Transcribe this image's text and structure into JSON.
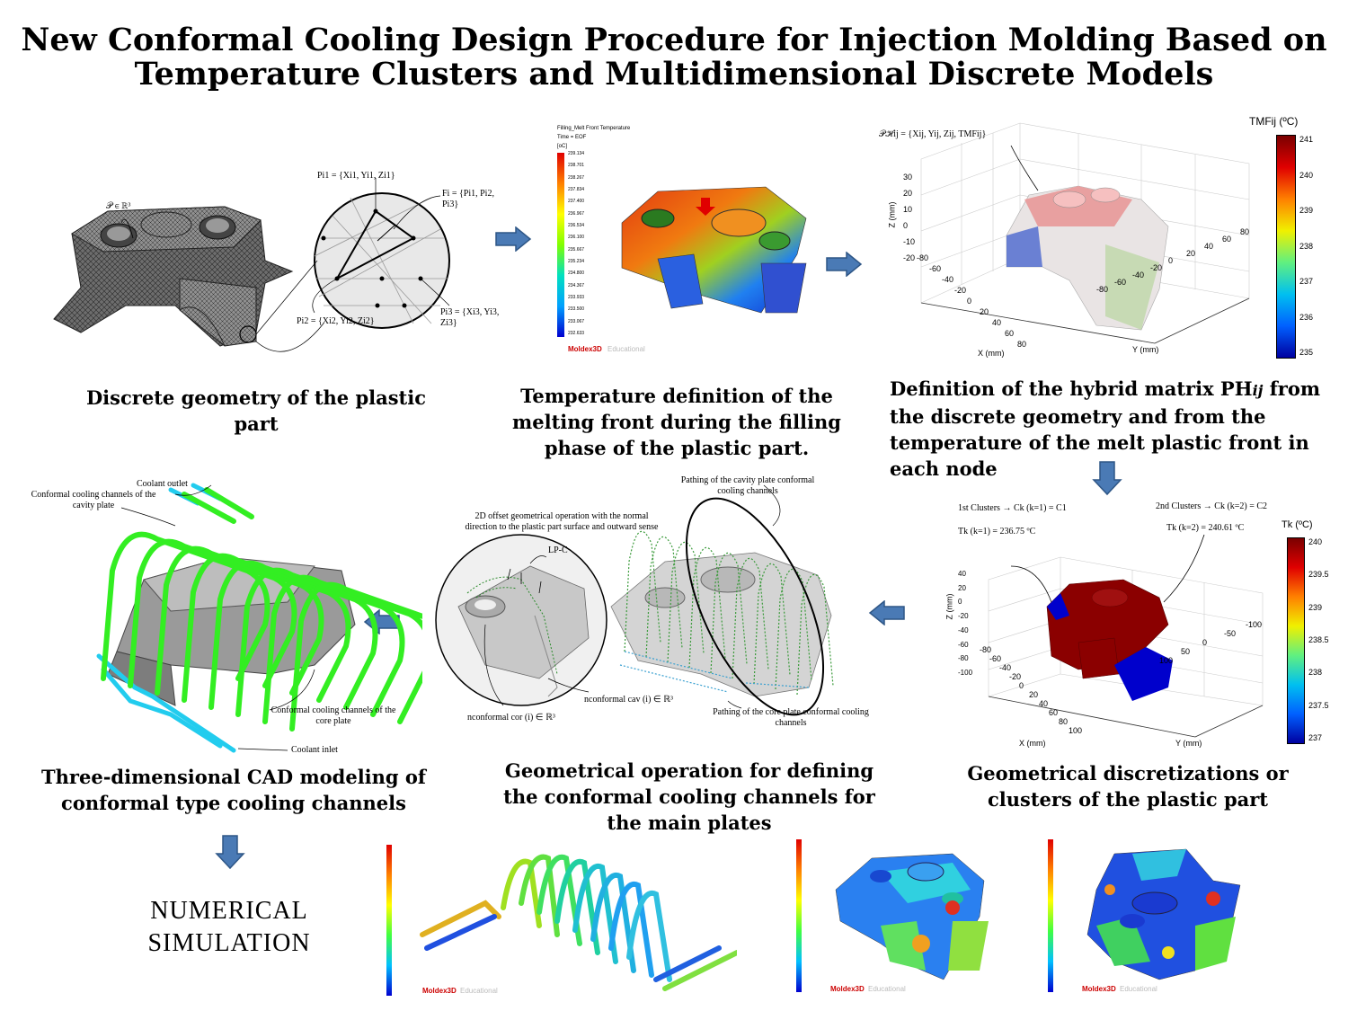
{
  "title": {
    "line1": "New Conformal Cooling Design Procedure for Injection Molding Based on",
    "line2": "Temperature Clusters and Multidimensional Discrete Models"
  },
  "captions": {
    "discrete_geometry": "Discrete geometry of the plastic part",
    "temperature_definition": "Temperature definition of the melting front during the filling phase of the plastic part.",
    "hybrid_matrix": "Definition of the hybrid matrix PHij from the discrete geometry and from the temperature of the melt plastic front in each node",
    "cad_modeling": "Three-dimensional CAD modeling of conformal type cooling channels",
    "geometrical_operation": "Geometrical operation for defining the conformal cooling channels for the main plates",
    "clusters": "Geometrical discretizations or clusters of the plastic part",
    "numerical_simulation_1": "NUMERICAL",
    "numerical_simulation_2": "SIMULATION"
  },
  "panel1": {
    "set_label": "𝒫 ∈ ℝ³",
    "p_i1": "Pi1 = {Xi1, Yi1, Zi1}",
    "f_i": "Fi = {Pi1, Pi2, Pi3}",
    "p_i2": "Pi2 = {Xi2, Yi2, Zi2}",
    "p_i3": "Pi3 = {Xi3, Yi3, Zi3}"
  },
  "panel2": {
    "header1": "Filling_Melt Front Temperature",
    "header2": "Time = EOF",
    "unit": "[oC]",
    "ticks": [
      "239.134",
      "238.701",
      "238.267",
      "237.834",
      "237.400",
      "236.967",
      "236.534",
      "236.100",
      "235.667",
      "235.234",
      "234.800",
      "234.367",
      "233.933",
      "233.500",
      "233.067",
      "232.633"
    ],
    "brand": "Moldex3D",
    "brand2": "Educational"
  },
  "panel3": {
    "colorbar_title": "TMFij (ºC)",
    "ticks": [
      "241",
      "240",
      "239",
      "238",
      "237",
      "236",
      "235"
    ],
    "formula": "𝒫ℋij = {Xij, Yij, Zij, TMFij}",
    "zlabel": "Z (mm)",
    "xlabel": "X (mm)",
    "ylabel": "Y (mm)",
    "zticks": [
      "30",
      "20",
      "10",
      "0",
      "-10",
      "-20"
    ],
    "xticks": [
      "-80",
      "-60",
      "-40",
      "-20",
      "0",
      "20",
      "40",
      "60",
      "80"
    ],
    "yticks": [
      "-80",
      "-60",
      "-40",
      "-20",
      "0",
      "20",
      "40",
      "60",
      "80"
    ]
  },
  "panel4": {
    "cluster1": "1st Clusters → Ck (k=1) = C1",
    "tk1": "Tk (k=1) = 236.75 ºC",
    "cluster2": "2nd Clusters → Ck (k=2) = C2",
    "tk2": "Tk (k=2) = 240.61 ºC",
    "colorbar_title": "Tk (ºC)",
    "ticks": [
      "240",
      "239.5",
      "239",
      "238.5",
      "238",
      "237.5",
      "237"
    ],
    "zlabel": "Z (mm)",
    "xlabel": "X (mm)",
    "ylabel": "Y (mm)",
    "zticks": [
      "40",
      "20",
      "0",
      "-20",
      "-40",
      "-60",
      "-80",
      "-100"
    ],
    "xticks": [
      "-80",
      "-60",
      "-40",
      "-20",
      "0",
      "20",
      "40",
      "60",
      "80",
      "100"
    ],
    "yticks": [
      "100",
      "50",
      "0",
      "-50",
      "-100"
    ]
  },
  "panel5": {
    "offset_text": "2D offset geometrical operation with the normal direction to the plastic part surface and outward sense",
    "cavity_path": "Pathing of the cavity plate conformal cooling channels",
    "core_path": "Pathing of the core plate conformal cooling channels",
    "lpc": "LP-C",
    "n_cav": "nconformal cav (i) ∈ ℝ³",
    "n_cor": "nconformal cor (i) ∈ ℝ³"
  },
  "panel6": {
    "coolant_outlet": "Coolant outlet",
    "cavity_channels": "Conformal cooling channels of the cavity plate",
    "core_channels": "Conformal cooling channels of the core plate",
    "coolant_inlet": "Coolant inlet"
  },
  "colors": {
    "arrow_fill": "#4a7ab5",
    "arrow_stroke": "#2e5686",
    "channel_green": "#33ee22",
    "channel_cyan": "#22ccee",
    "part_gray": "#9a9a9a",
    "cluster_red": "#8b0000",
    "cluster_blue": "#0000cc"
  }
}
